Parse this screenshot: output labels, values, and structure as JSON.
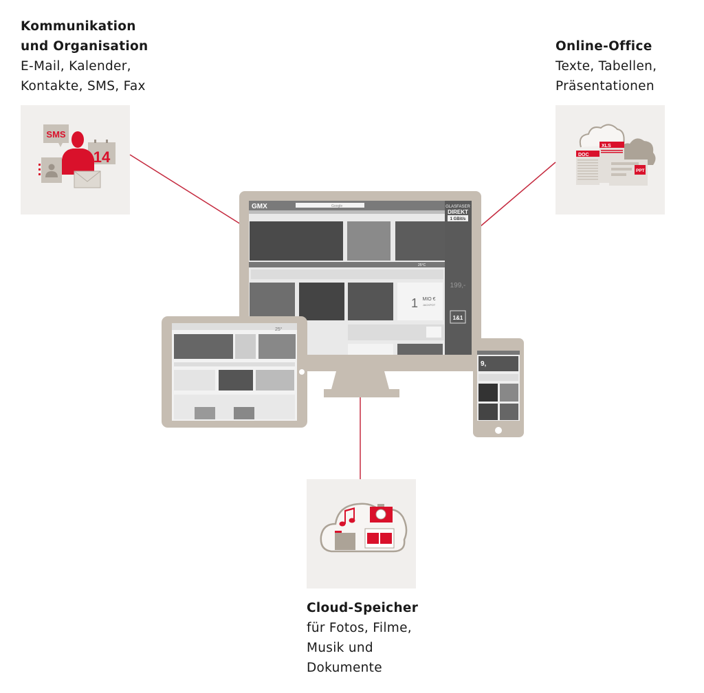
{
  "colors": {
    "accent": "#d9112b",
    "line": "#c4283d",
    "device": "#c6bdb2",
    "tile": "#f1efed",
    "icon_gray": "#bdb5ab"
  },
  "communication": {
    "title_lines": [
      "Kommunikation",
      "und Organisation"
    ],
    "text_lines": [
      "E-Mail, Kalender,",
      "Kontakte, SMS, Fax"
    ],
    "icon": {
      "sms_label": "SMS",
      "calendar_day": "14",
      "icons": [
        "person-icon",
        "sms-bubble-icon",
        "calendar-icon",
        "contact-card-icon",
        "envelope-icon"
      ]
    }
  },
  "office": {
    "title_lines": [
      "Online-Office"
    ],
    "text_lines": [
      "Texte, Tabellen,",
      "Präsentationen"
    ],
    "icon": {
      "doc_label": "DOC",
      "xls_label": "XLS",
      "ppt_label": "PPT",
      "icons": [
        "cloud-icon",
        "document-icon",
        "spreadsheet-icon",
        "presentation-icon"
      ]
    }
  },
  "cloud": {
    "title_lines": [
      "Cloud-Speicher"
    ],
    "text_lines": [
      "für Fotos, Filme,",
      "Musik und",
      "Dokumente"
    ],
    "icon": {
      "icons": [
        "cloud-icon",
        "music-note-icon",
        "camera-icon",
        "folder-icon",
        "film-strip-icon"
      ]
    }
  },
  "devices": {
    "monitor_screen": {
      "logo": "GMX",
      "search_placeholder": "Google",
      "ad_line1": "GLASFASER",
      "ad_line2": "DIREKT",
      "ad_speed": "1 GBit/s",
      "ad_price": "199,-",
      "ad_brand": "1&1",
      "lotto_amount": "1",
      "lotto_unit": "MIO €",
      "lotto_label": "JACKPOT",
      "weather": "25°C"
    },
    "tablet_screen": {
      "weather": "25°"
    },
    "phone_screen": {
      "price": "9,"
    }
  }
}
